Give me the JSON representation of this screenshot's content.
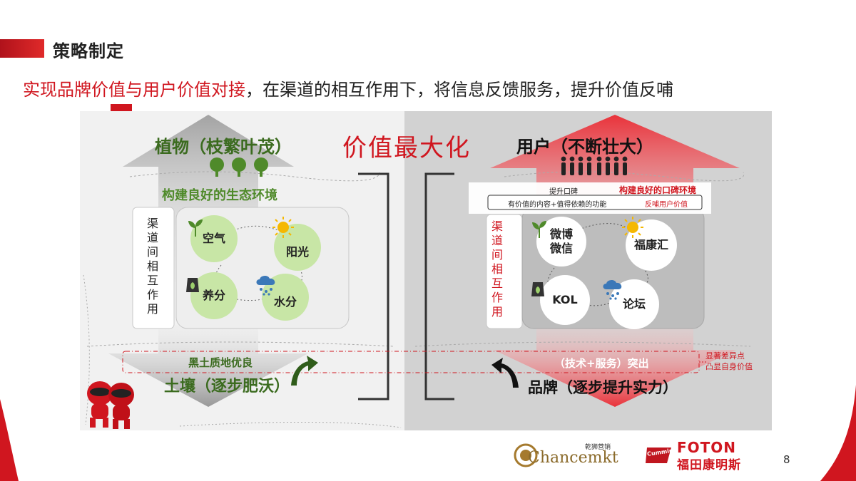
{
  "header": {
    "title": "策略制定"
  },
  "subtitle": {
    "highlight": "实现品牌价值与用户价值对接",
    "rest": "，在渠道的相互作用下，将信息反馈服务，提升价值反哺"
  },
  "diagram": {
    "center_title": "价值最大化",
    "left": {
      "top_title": "植物（枝繁叶茂）",
      "eco_title": "构建良好的生态环境",
      "channel_label": "渠道间相互作用",
      "circles": [
        "空气",
        "阳光",
        "养分",
        "水分"
      ],
      "bottom_banner": "黑土质地优良",
      "bottom_title": "土壤（逐步肥沃）"
    },
    "right": {
      "top_title": "用户（不断壮大）",
      "info_row1_left": "提升口碑",
      "info_row1_right": "构建良好的口碑环境",
      "info_row2_left": "有价值的内容+值得依赖的功能",
      "info_row2_right": "反哺用户价值",
      "channel_label": "渠道间相互作用",
      "circles": [
        "微博\n微信",
        "福康汇",
        "KOL",
        "论坛"
      ],
      "bottom_banner": "（技术+服务）突出",
      "bottom_title": "品牌（逐步提升实力）"
    },
    "side_note": [
      "显著差异点",
      "凸显自身价值"
    ]
  },
  "footer": {
    "logo1_small": "乾狮营销",
    "logo1_main": "Chancemkt",
    "logo2_main": "FOTON",
    "logo2_sub": "福田康明斯",
    "logo2_badge": "Cummins",
    "page_number": "8"
  },
  "colors": {
    "brand_red": "#d0161f",
    "leaf_green": "#3b6b1f",
    "circle_green": "#c8e6a6",
    "panel_gray": "#d2d2d2"
  },
  "icons": [
    "sprout-icon",
    "sun-icon",
    "fertilizer-bag-icon",
    "rain-cloud-icon",
    "tree-icon",
    "people-icon",
    "curved-arrow-icon",
    "ribbon-icon",
    "mascot-icon"
  ]
}
